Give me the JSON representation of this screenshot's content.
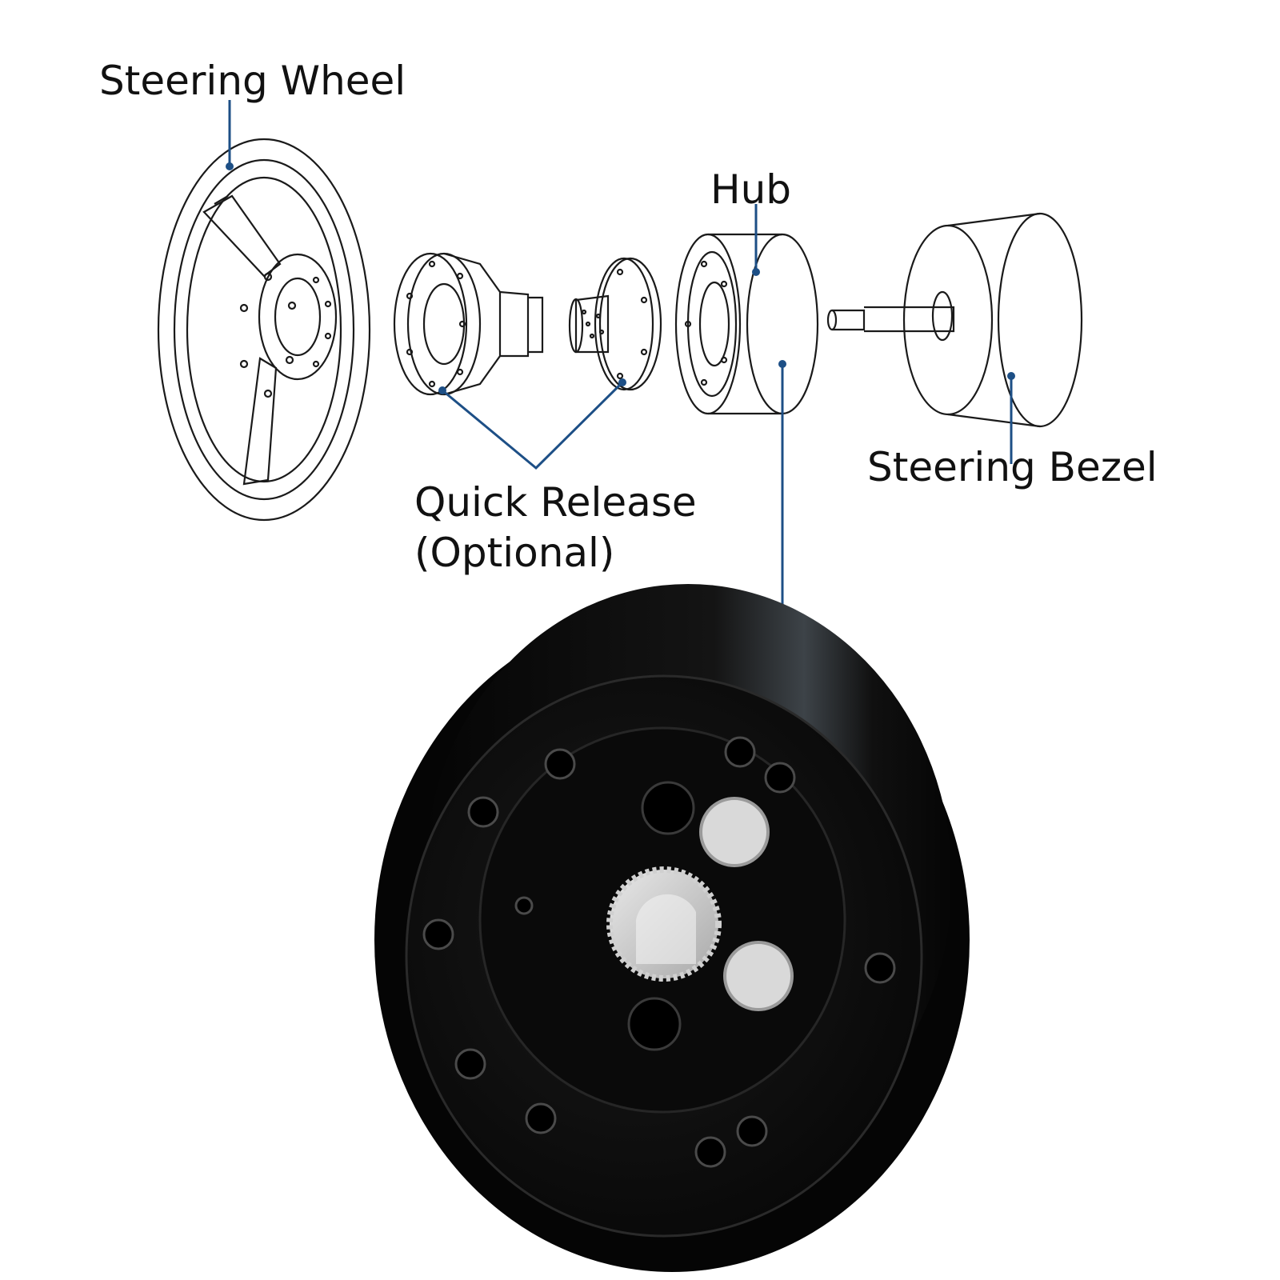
{
  "labels": {
    "steering_wheel": "Steering Wheel",
    "hub": "Hub",
    "steering_bezel": "Steering Bezel",
    "quick_release_line1": "Quick Release",
    "quick_release_line2": "(Optional)"
  },
  "colors": {
    "callout_line": "#1d4f86",
    "line_art": "#1a1a1a",
    "hub_body": "#0b0b0b",
    "hub_highlight": "#3a3f44",
    "background": "#ffffff"
  }
}
